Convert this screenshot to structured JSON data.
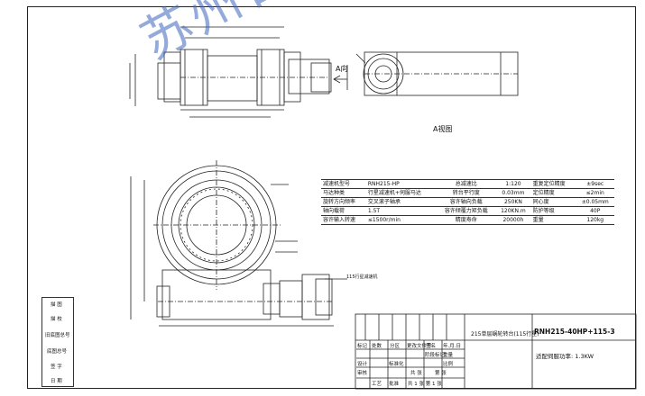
{
  "drawing": {
    "view_label": "A视图",
    "arrow_label": "A向",
    "model_code": "RNH215-40HP+115-3",
    "suitable_motor": "适配伺服功率: 1.3KW",
    "reducer_note": "115行星减速机",
    "table_title": "215单层蜗轮转台(115行星)"
  },
  "spec_table": [
    [
      "减速机型号",
      "RNH215-HP",
      "总减速比",
      "1:120",
      "重复定位精度",
      "±9sec"
    ],
    [
      "马达种类",
      "行星减速机+伺服马达",
      "转台平行度",
      "0.03mm",
      "定位精度",
      "≤2min"
    ],
    [
      "旋转方向频率",
      "交叉滚子轴承",
      "容许轴向负载",
      "250KN",
      "同心度",
      "±0.05mm"
    ],
    [
      "轴向载荷",
      "1.5T",
      "容许倾覆力矩负载",
      "120KN.m",
      "防护等级",
      "40P"
    ],
    [
      "容许输入转速",
      "≤1500r/min",
      "精度寿命",
      "20000h",
      "重量",
      "120kg"
    ]
  ],
  "side_labels": [
    "描 图",
    "描 校",
    "旧底图总号",
    "底图总号",
    "签 字",
    "日 期"
  ],
  "title_block": {
    "cells": [
      "标记",
      "处数",
      "分区",
      "更改文件号",
      "签名",
      "年.月.日",
      "设计",
      "标准化",
      "阶段标记",
      "重量",
      "比例",
      "审核",
      "工艺",
      "批准",
      "共 张",
      "第 张"
    ],
    "sheet_count": "共 1 张 第 1 张"
  },
  "watermark": "苏州日锐驱动科技有限公司",
  "colors": {
    "line": "#222222",
    "watermark": "#3c64be"
  }
}
